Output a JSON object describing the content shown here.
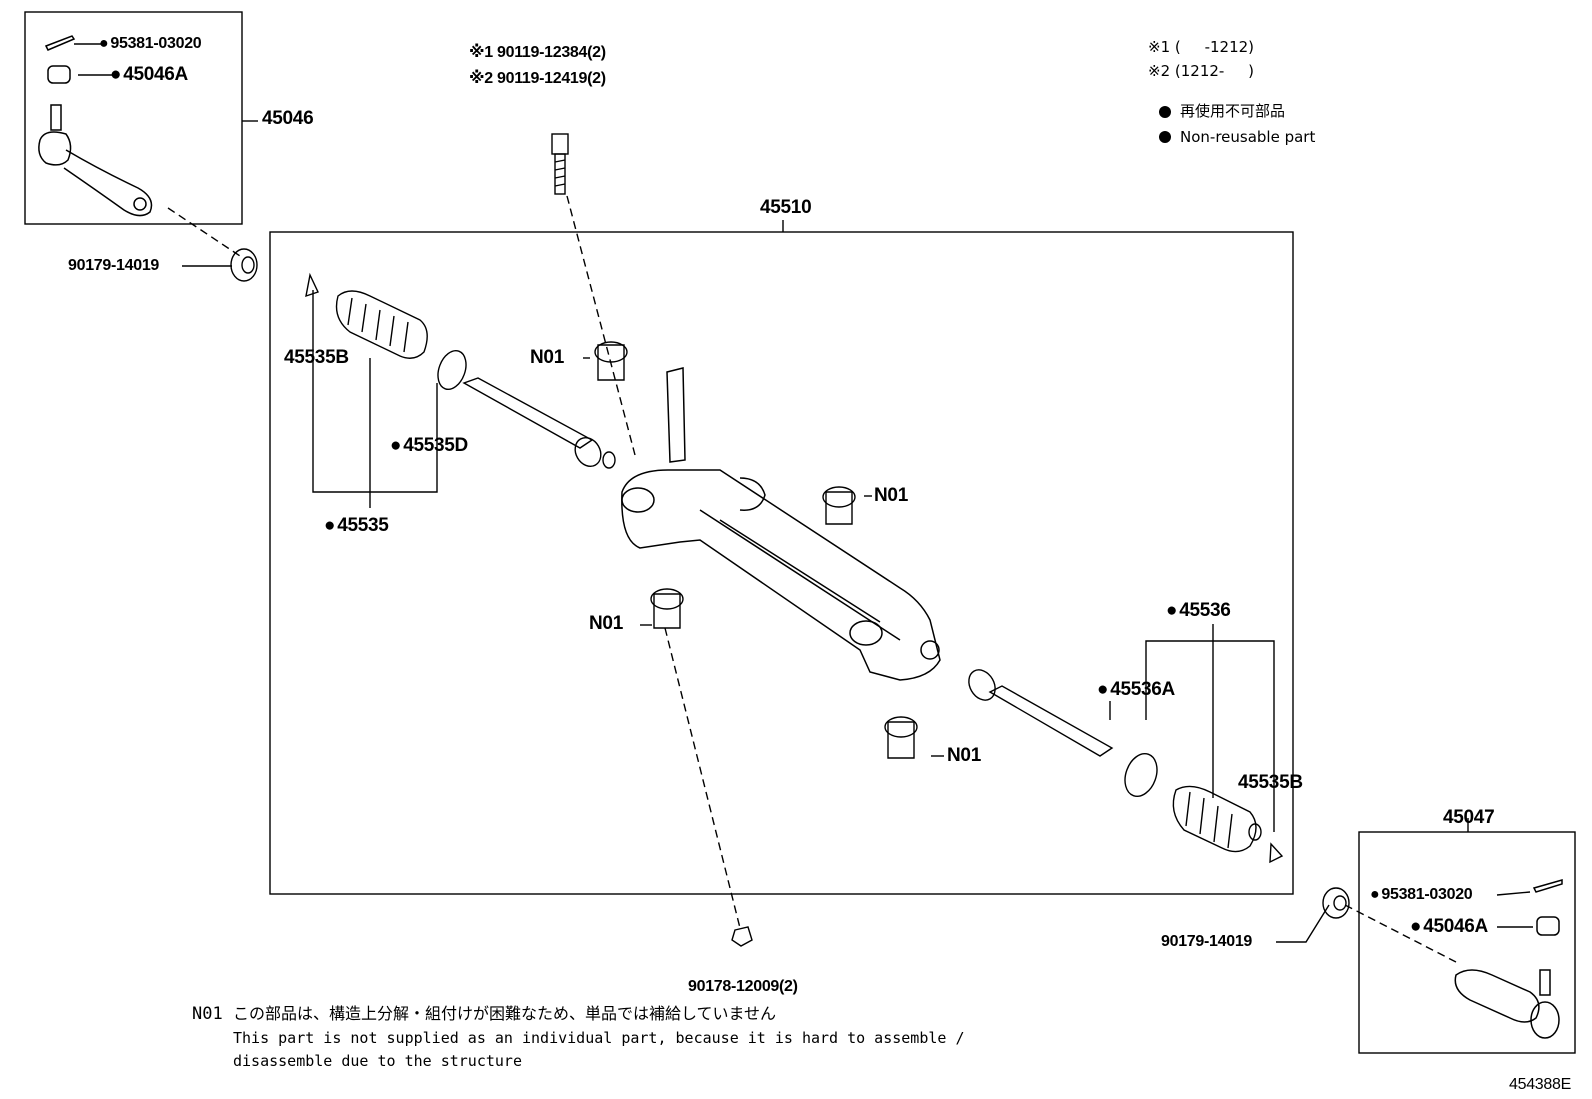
{
  "diagram_id": "454388E",
  "legend": {
    "range_1": "※1 (     -1212)",
    "range_2": "※2 (1212-     )",
    "non_reusable_ja": "再使用不可部品",
    "non_reusable_en": "Non-reusable part"
  },
  "labels": {
    "lh_cotter_pin": "95381-03020",
    "lh_nut": "45046A",
    "lh_tie_rod_end": "45046",
    "lh_lock_nut": "90179-14019",
    "bolt_1": "※1 90119-12384(2)",
    "bolt_2": "※2 90119-12419(2)",
    "gear_assembly": "45510",
    "lh_boot_clamp": "45535B",
    "lh_boot_band": "45535D",
    "lh_boot": "45535",
    "n01_a": "N01",
    "n01_b": "N01",
    "n01_c": "N01",
    "n01_d": "N01",
    "rh_boot": "45536",
    "rh_boot_band": "45536A",
    "rh_boot_clamp": "45535B",
    "rh_tie_rod_end": "45047",
    "rh_cotter_pin": "95381-03020",
    "rh_nut": "45046A",
    "rh_lock_nut": "90179-14019",
    "bottom_nut": "90178-12009(2)"
  },
  "footnote": {
    "code": "N01",
    "ja": "この部品は、構造上分解・組付けが困難なため、単品では補給していません",
    "en_1": "This part is not supplied as an individual part, because it is hard to assemble /",
    "en_2": "disassemble due to the structure"
  }
}
